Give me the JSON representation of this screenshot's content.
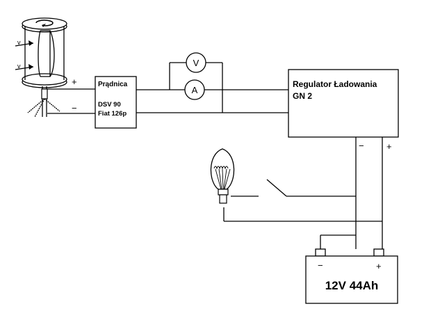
{
  "generator": {
    "name": "Prądnica",
    "model": "DSV 90",
    "source": "Fiat 126p",
    "plus": "+",
    "minus": "−"
  },
  "meters": {
    "voltmeter": "V",
    "ammeter": "A"
  },
  "regulator": {
    "line1": "Regulator Ładowania",
    "line2": "GN 2",
    "minus": "−",
    "plus": "+"
  },
  "battery": {
    "label": "12V  44Ah",
    "minus": "−",
    "plus": "+"
  },
  "turbine": {
    "arrow_labels": [
      "v",
      "v"
    ]
  }
}
